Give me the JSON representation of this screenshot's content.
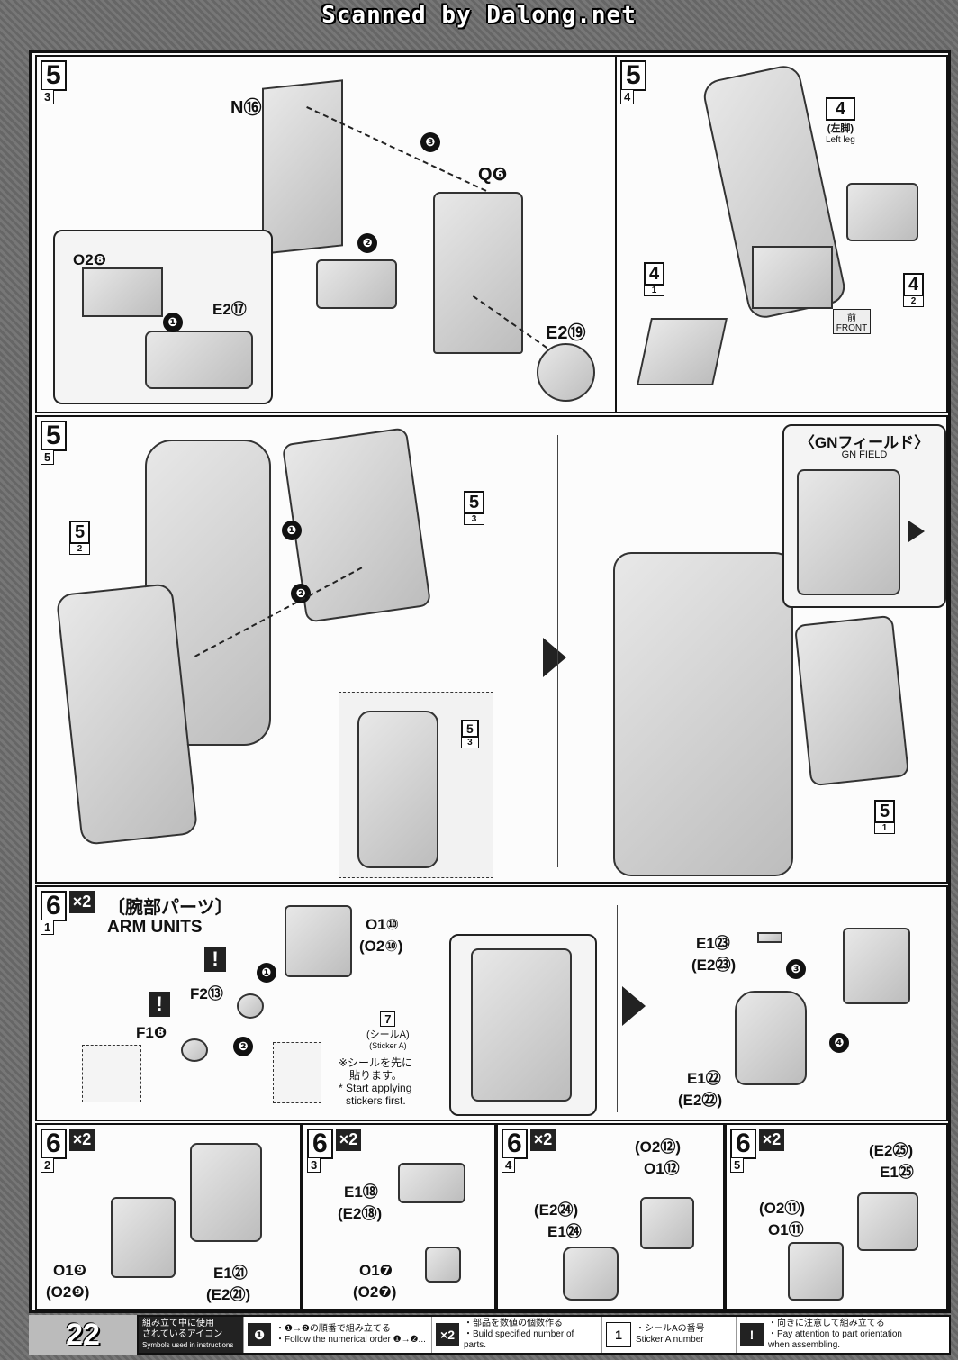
{
  "header": {
    "title": "Scanned by Dalong.net"
  },
  "panels": {
    "p53": {
      "step": "5",
      "sub": "3",
      "parts": [
        "N⑯",
        "Q❻",
        "O2❽",
        "E2⑰",
        "E2⑲"
      ],
      "order": [
        "❶",
        "❷",
        "❸"
      ]
    },
    "p54": {
      "step": "5",
      "sub": "4",
      "ref_top": {
        "num": "4",
        "jp": "(左脚)",
        "en": "Left leg"
      },
      "ref_left": {
        "num": "4",
        "sub": "1"
      },
      "ref_right": {
        "num": "4",
        "sub": "2"
      },
      "front_jp": "前",
      "front_en": "FRONT"
    },
    "p55": {
      "step": "5",
      "sub": "5",
      "ref_a": {
        "num": "5",
        "sub": "3"
      },
      "ref_b": {
        "num": "5",
        "sub": "2"
      },
      "ref_c": {
        "num": "5",
        "sub": "3"
      },
      "ref_d": {
        "num": "5",
        "sub": "1"
      },
      "gn_jp": "〈GNフィールド〉",
      "gn_en": "GN FIELD",
      "order": [
        "❶",
        "❷"
      ]
    },
    "p61": {
      "step": "6",
      "sub": "1",
      "mult": "×2",
      "title_jp": "〔腕部パーツ〕",
      "title_en": "ARM UNITS",
      "parts": [
        "O1⑩",
        "(O2⑩)",
        "F2⑬",
        "F1❽",
        "E1㉓",
        "(E2㉓)",
        "E1㉒",
        "(E2㉒)"
      ],
      "sticker_num": "7",
      "sticker_jp": "(シールA)",
      "sticker_en": "(Sticker A)",
      "note_jp1": "※シールを先に",
      "note_jp2": "貼ります。",
      "note_en1": "* Start applying",
      "note_en2": "stickers first.",
      "order": [
        "❶",
        "❷",
        "❸",
        "❹"
      ]
    },
    "p62": {
      "step": "6",
      "sub": "2",
      "mult": "×2",
      "parts": [
        "O1❾",
        "(O2❾)",
        "E1㉑",
        "(E2㉑)"
      ]
    },
    "p63": {
      "step": "6",
      "sub": "3",
      "mult": "×2",
      "parts": [
        "E1⑱",
        "(E2⑱)",
        "O1❼",
        "(O2❼)"
      ]
    },
    "p64": {
      "step": "6",
      "sub": "4",
      "mult": "×2",
      "parts": [
        "(O2⑫)",
        "O1⑫",
        "(E2㉔)",
        "E1㉔"
      ]
    },
    "p65": {
      "step": "6",
      "sub": "5",
      "mult": "×2",
      "parts": [
        "(E2㉕)",
        "E1㉕",
        "(O2⑪)",
        "O1⑪"
      ]
    }
  },
  "footer": {
    "page": "22",
    "legend_title_jp1": "組み立て中に使用",
    "legend_title_jp2": "されているアイコン",
    "legend_title_en": "Symbols used in instructions",
    "l1_icon": "❶",
    "l1_jp": "・❶→❷の順番で組み立てる",
    "l1_en": "・Follow the numerical order ❶→❷...",
    "l2_icon": "×2",
    "l2_jp": "・部品を数値の個数作る",
    "l2_en": "・Build specified number of parts.",
    "l3_icon": "1",
    "l3_jp": "・シールAの番号",
    "l3_en": "Sticker A number",
    "l4_icon": "!",
    "l4_jp": "・向きに注意して組み立てる",
    "l4_en1": "・Pay attention to part orientation",
    "l4_en2": "when assembling."
  }
}
